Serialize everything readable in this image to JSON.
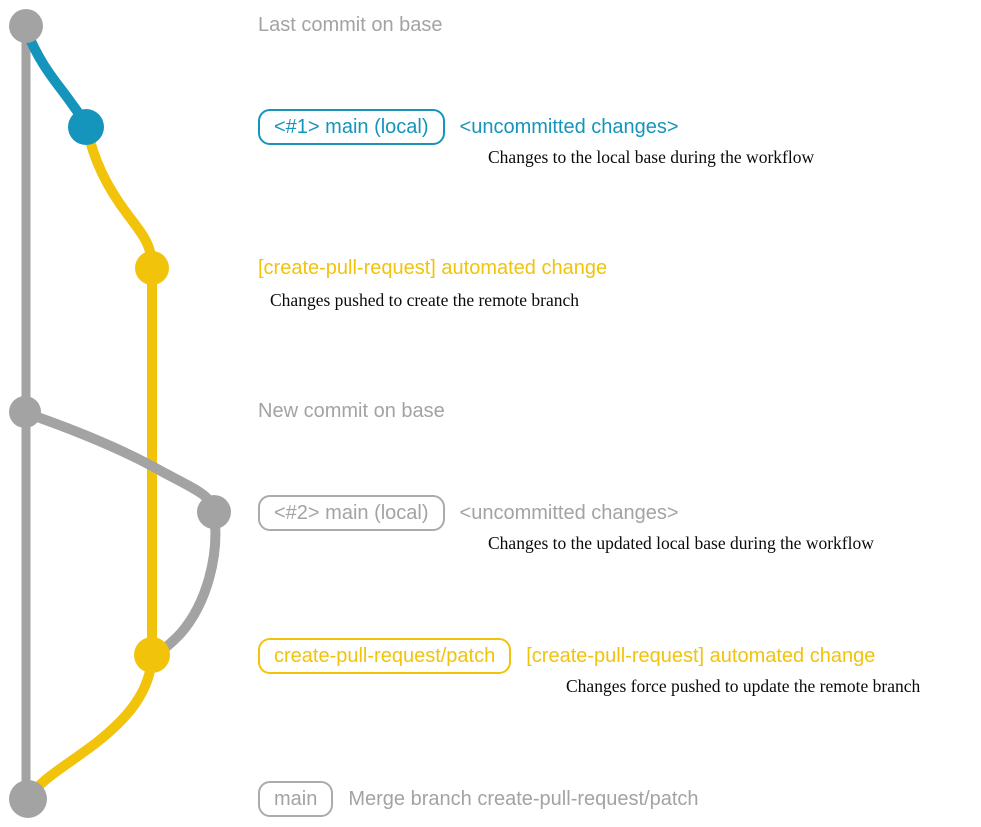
{
  "colors": {
    "gray": "#a3a3a3",
    "blue": "#1594bc",
    "yellow": "#f2c30b",
    "text_dark": "#0b0b0b",
    "background": "#ffffff"
  },
  "graph": {
    "nodes": [
      {
        "name": "last-commit-on-base",
        "color": "gray"
      },
      {
        "name": "local-main-1",
        "color": "blue"
      },
      {
        "name": "automated-change-1",
        "color": "yellow"
      },
      {
        "name": "new-commit-on-base",
        "color": "gray"
      },
      {
        "name": "local-main-2",
        "color": "gray"
      },
      {
        "name": "automated-change-2",
        "color": "yellow"
      },
      {
        "name": "merge-commit",
        "color": "gray"
      }
    ]
  },
  "labels": {
    "last_commit_on_base": "Last commit on base",
    "branch1_box": "<#1> main (local)",
    "branch1_status": "<uncommitted changes>",
    "branch1_desc": "Changes to the local base during the workflow",
    "commit1_title": "[create-pull-request] automated change",
    "commit1_desc": "Changes pushed to create the remote branch",
    "new_commit_on_base": "New commit on base",
    "branch2_box": "<#2> main (local)",
    "branch2_status": "<uncommitted changes>",
    "branch2_desc": "Changes to the updated local base during the workflow",
    "patch_branch_box": "create-pull-request/patch",
    "commit2_title": "[create-pull-request] automated change",
    "commit2_desc": "Changes force pushed to update the remote branch",
    "main_box": "main",
    "merge_message": "Merge branch create-pull-request/patch"
  }
}
